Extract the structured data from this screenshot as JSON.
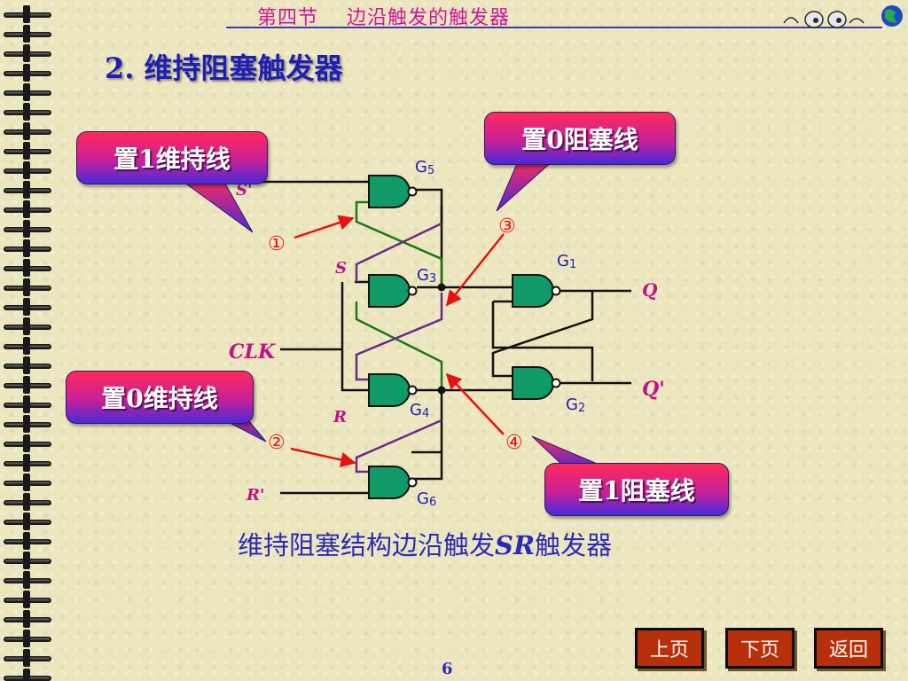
{
  "header": {
    "section_title": "第四节    边沿触发的触发器"
  },
  "slide_title": "2. 维持阻塞触发器",
  "callouts": {
    "set1_hold": "置1维持线",
    "set0_block": "置0阻塞线",
    "set0_hold": "置0维持线",
    "set1_block": "置1阻塞线"
  },
  "markers": {
    "m1": "①",
    "m2": "②",
    "m3": "③",
    "m4": "④"
  },
  "gates": {
    "g1": {
      "letter": "G",
      "sub": "1"
    },
    "g2": {
      "letter": "G",
      "sub": "2"
    },
    "g3": {
      "letter": "G",
      "sub": "3"
    },
    "g4": {
      "letter": "G",
      "sub": "4"
    },
    "g5": {
      "letter": "G",
      "sub": "5"
    },
    "g6": {
      "letter": "G",
      "sub": "6"
    }
  },
  "signals": {
    "s_prime": "S'",
    "s": "S",
    "clk": "CLK",
    "r": "R",
    "r_prime": "R'",
    "q": "Q",
    "q_prime": "Q'"
  },
  "caption": {
    "prefix": "维持阻塞结构边沿触发",
    "italic": "SR",
    "suffix": "触发器"
  },
  "nav": {
    "prev": "上页",
    "next": "下页",
    "back": "返回"
  },
  "page_number": "6",
  "colors": {
    "title": "#1e1eb4",
    "section": "#d0149a",
    "label": "#c0128a",
    "gate_fill": "#0f9a68",
    "green_line": "#1a7a12",
    "purple_line": "#6a2a8a",
    "arrow": "#e81010",
    "nav": "#b8300a"
  }
}
